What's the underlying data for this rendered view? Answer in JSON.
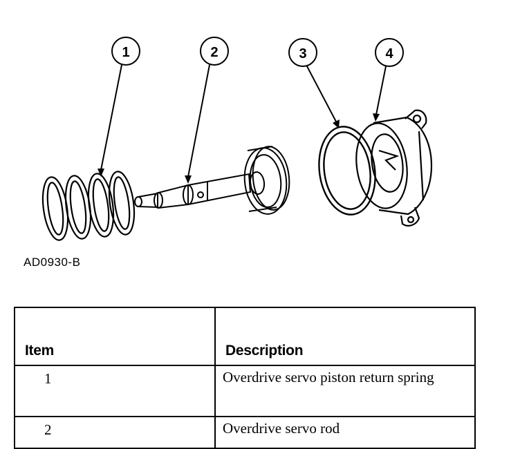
{
  "figure": {
    "callouts": [
      "1",
      "2",
      "3",
      "4"
    ],
    "code": "AD0930-B"
  },
  "table": {
    "headers": {
      "item": "Item",
      "description": "Description"
    },
    "rows": [
      {
        "item": "1",
        "description": "Overdrive servo piston return spring"
      },
      {
        "item": "2",
        "description": "Overdrive servo rod"
      }
    ]
  }
}
